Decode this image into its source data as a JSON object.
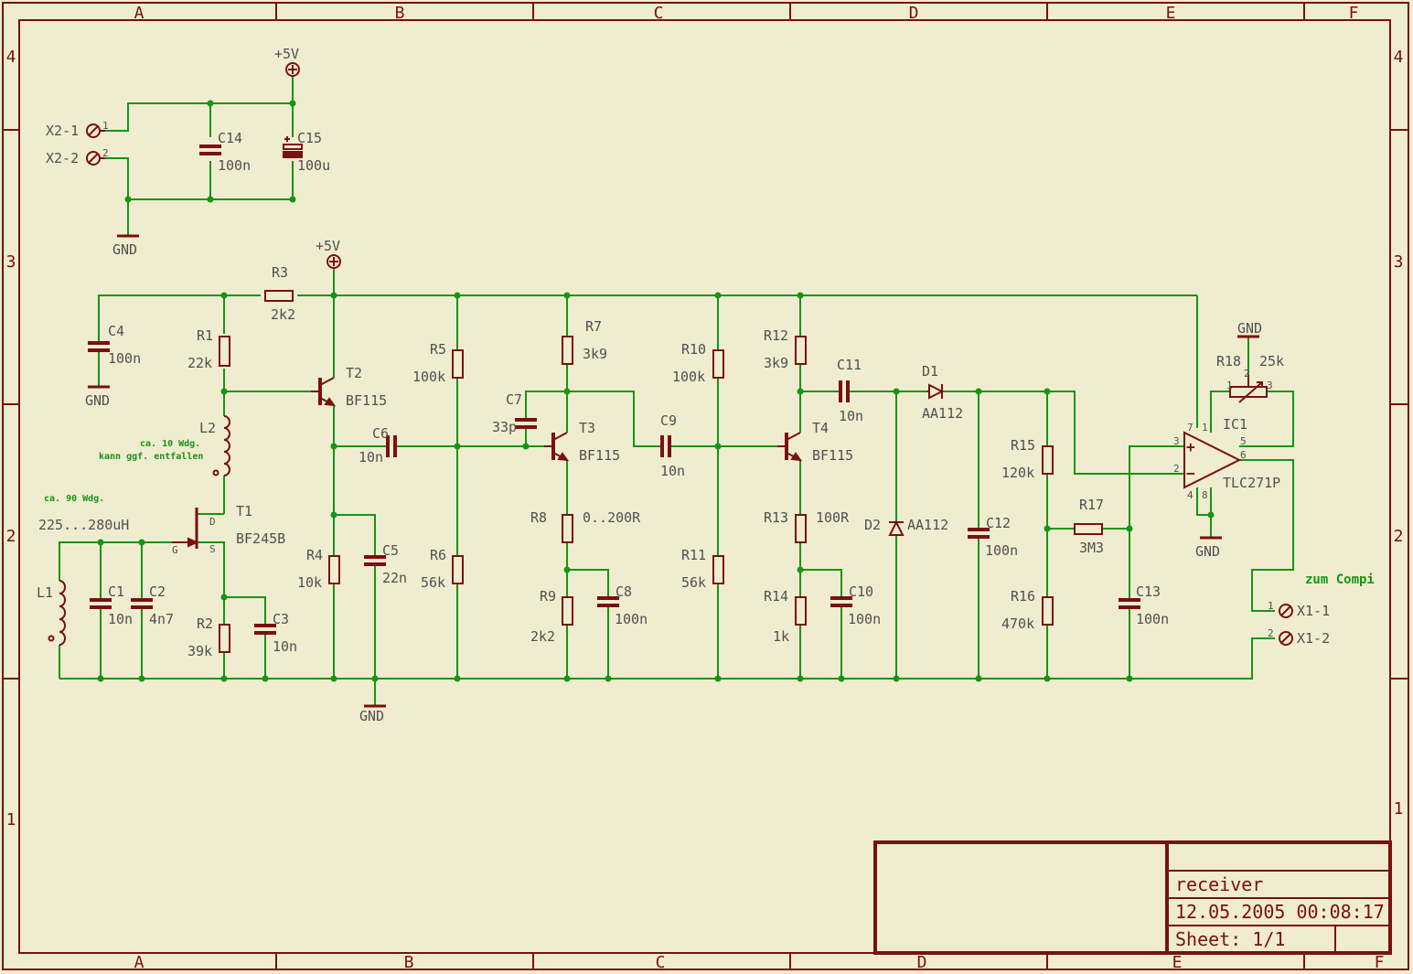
{
  "colors": {
    "background": "#f0ecd0",
    "frame": "#7a1010",
    "wire": "#149614",
    "label": "#505050",
    "note": "#149614"
  },
  "frame": {
    "columns": [
      "A",
      "B",
      "C",
      "D",
      "E",
      "F"
    ],
    "rows": [
      "4",
      "3",
      "2",
      "1"
    ]
  },
  "title_block": {
    "name": "receiver",
    "date": "12.05.2005 00:08:17",
    "sheet": "Sheet: 1/1"
  },
  "nets": {
    "vcc_top": "+5V",
    "vcc_main": "+5V",
    "gnd_supply": "GND",
    "gnd_c4": "GND",
    "gnd_main": "GND",
    "gnd_r18": "GND",
    "gnd_ic1": "GND"
  },
  "connectors": {
    "x2_1": {
      "label": "X2-1",
      "pin": "1"
    },
    "x2_2": {
      "label": "X2-2",
      "pin": "2"
    },
    "x1_1": {
      "label": "X1-1",
      "pin": "1"
    },
    "x1_2": {
      "label": "X1-2",
      "pin": "2"
    }
  },
  "components": {
    "C14": {
      "name": "C14",
      "value": "100n"
    },
    "C15": {
      "name": "C15",
      "value": "100u"
    },
    "R3": {
      "name": "R3",
      "value": "2k2"
    },
    "C4": {
      "name": "C4",
      "value": "100n"
    },
    "R1": {
      "name": "R1",
      "value": "22k"
    },
    "T2": {
      "name": "T2",
      "value": "BF115"
    },
    "L2": {
      "name": "L2"
    },
    "T1": {
      "name": "T1",
      "value": "BF245B",
      "pin_d": "D",
      "pin_g": "G",
      "pin_s": "S"
    },
    "L1": {
      "name": "L1"
    },
    "C1": {
      "name": "C1",
      "value": "10n"
    },
    "C2": {
      "name": "C2",
      "value": "4n7"
    },
    "R2": {
      "name": "R2",
      "value": "39k"
    },
    "C3": {
      "name": "C3",
      "value": "10n"
    },
    "C6": {
      "name": "C6",
      "value": "10n"
    },
    "R4": {
      "name": "R4",
      "value": "10k"
    },
    "C5": {
      "name": "C5",
      "value": "22n"
    },
    "R5": {
      "name": "R5",
      "value": "100k"
    },
    "R6": {
      "name": "R6",
      "value": "56k"
    },
    "C7": {
      "name": "C7",
      "value": "33p"
    },
    "R7": {
      "name": "R7",
      "value": "3k9"
    },
    "T3": {
      "name": "T3",
      "value": "BF115"
    },
    "R8": {
      "name": "R8",
      "value": "0..200R"
    },
    "R9": {
      "name": "R9",
      "value": "2k2"
    },
    "C8": {
      "name": "C8",
      "value": "100n"
    },
    "C9": {
      "name": "C9",
      "value": "10n"
    },
    "R10": {
      "name": "R10",
      "value": "100k"
    },
    "R11": {
      "name": "R11",
      "value": "56k"
    },
    "R12": {
      "name": "R12",
      "value": "3k9"
    },
    "T4": {
      "name": "T4",
      "value": "BF115"
    },
    "R13": {
      "name": "R13",
      "value": "100R"
    },
    "R14": {
      "name": "R14",
      "value": "1k"
    },
    "C10": {
      "name": "C10",
      "value": "100n"
    },
    "C11": {
      "name": "C11",
      "value": "10n"
    },
    "D1": {
      "name": "D1",
      "value": "AA112"
    },
    "D2": {
      "name": "D2",
      "value": "AA112"
    },
    "C12": {
      "name": "C12",
      "value": "100n"
    },
    "R15": {
      "name": "R15",
      "value": "120k"
    },
    "R16": {
      "name": "R16",
      "value": "470k"
    },
    "R17": {
      "name": "R17",
      "value": "3M3"
    },
    "C13": {
      "name": "C13",
      "value": "100n"
    },
    "R18": {
      "name": "R18",
      "value": "25k",
      "pin1": "1",
      "pin2": "2",
      "pin3": "3"
    },
    "IC1": {
      "name": "IC1",
      "value": "TLC271P",
      "pin_in_pos": "3",
      "pin_in_neg": "2",
      "pin_out": "6",
      "pin_5": "5",
      "pin_7": "7",
      "pin_1": "1",
      "pin_4": "4",
      "pin_8": "8",
      "sign_pos": "+",
      "sign_neg": "−"
    }
  },
  "notes": {
    "l2_line1": "ca. 10 Wdg.",
    "l2_line2": "kann ggf. entfallen",
    "l1_turns": "ca. 90 Wdg.",
    "l1_value": "225...280uH",
    "output": "zum Compi"
  }
}
